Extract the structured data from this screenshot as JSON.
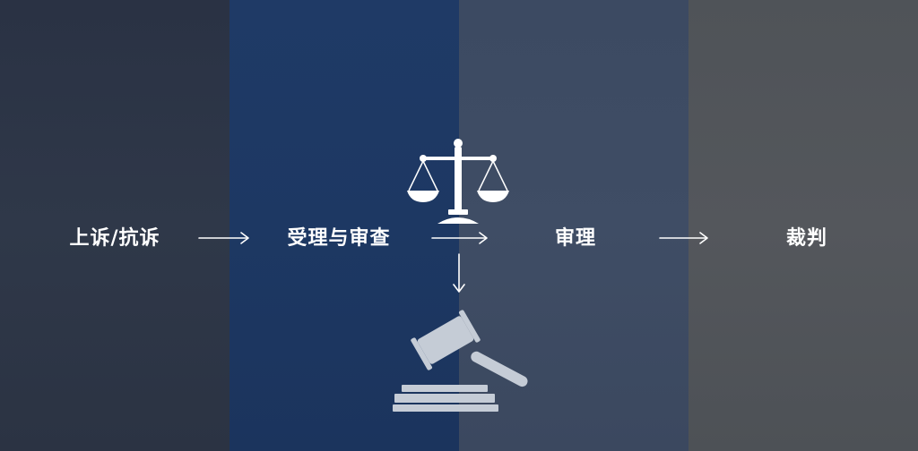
{
  "steps": [
    {
      "label": "上诉/抗诉"
    },
    {
      "label": "受理与审查"
    },
    {
      "label": "审理"
    },
    {
      "label": "裁判"
    }
  ],
  "icons": {
    "scales": "scales-of-justice-icon",
    "gavel": "gavel-icon"
  },
  "colors": {
    "panel_1": "#2d3547",
    "panel_2": "#1d3863",
    "panel_3": "#3e4c64",
    "panel_4": "#52565b",
    "text": "#ffffff",
    "gavel": "#c5ccd6"
  }
}
